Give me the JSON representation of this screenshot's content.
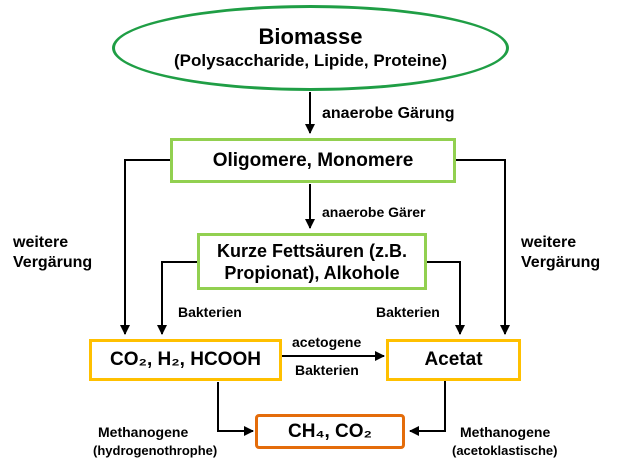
{
  "nodes": {
    "biomass": {
      "title": "Biomasse",
      "subtitle": "(Polysaccharide, Lipide, Proteine)"
    },
    "oligomers": {
      "label": "Oligomere, Monomere"
    },
    "fatty_acids": {
      "line1": "Kurze Fettsäuren (z.B.",
      "line2": "Propionat), Alkohole"
    },
    "co2_h2": {
      "label": "CO₂, H₂, HCOOH"
    },
    "acetate": {
      "label": "Acetat"
    },
    "ch4": {
      "label": "CH₄, CO₂"
    }
  },
  "edge_labels": {
    "anaerobic_fermentation": "anaerobe Gärung",
    "anaerobic_fermenters": "anaerobe Gärer",
    "further_fermentation_left_1": "weitere",
    "further_fermentation_left_2": "Vergärung",
    "further_fermentation_right_1": "weitere",
    "further_fermentation_right_2": "Vergärung",
    "bacteria_left": "Bakterien",
    "bacteria_right": "Bakterien",
    "acetogenic_1": "acetogene",
    "acetogenic_2": "Bakterien",
    "methanogens_left_1": "Methanogene",
    "methanogens_left_2": "(hydrogenothrophe)",
    "methanogens_right_1": "Methanogene",
    "methanogens_right_2": "(acetoklastische)"
  },
  "colors": {
    "ellipse_border": "#1f9e45",
    "green_border": "#92d050",
    "yellow_border": "#ffc000",
    "orange_border": "#e46c0a",
    "arrow": "#000000"
  }
}
